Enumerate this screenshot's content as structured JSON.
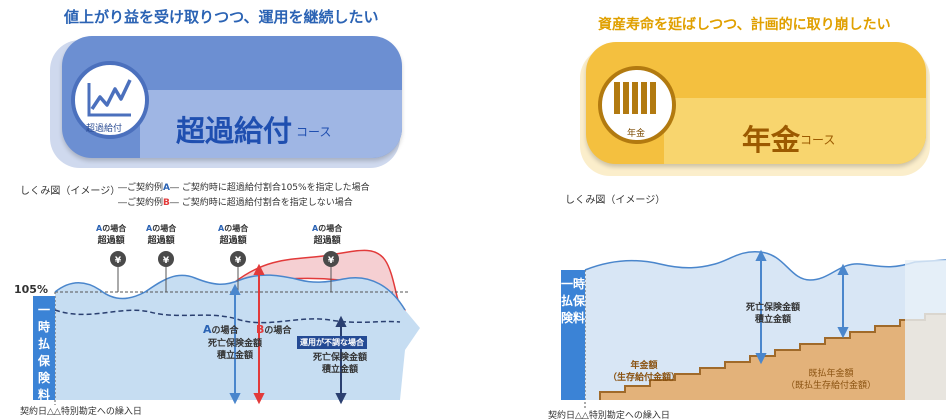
{
  "left": {
    "headline": "値上がり益を受け取りつつ、運用を継続したい",
    "badge_label": "超過給付",
    "course_name": "超過給付",
    "course_suffix": "コース",
    "caption": "しくみ図（イメージ）",
    "example_a_prefix": "―ご契約例",
    "example_a_letter": "A",
    "example_a_text": "― ご契約時に超過給付割合105%を指定した場合",
    "example_b_prefix": "―ご契約例",
    "example_b_letter": "B",
    "example_b_text": "― ご契約時に超過給付割合を指定しない場合",
    "pct_label": "105%",
    "excess_label_top": "の場合",
    "excess_label_letter": "A",
    "excess_label_bottom": "超過額",
    "side_label": "一時払保険料",
    "a_case_letter": "A",
    "a_case": "の場合",
    "b_case_letter": "B",
    "b_case": "の場合",
    "death_benefit": "死亡保険金額",
    "reserve": "積立金額",
    "poor_performance": "運用が不調な場合",
    "bottom_label": "契約日△△特別勘定への繰入日",
    "colors": {
      "accent": "#2b63b4",
      "red": "#e23a3a",
      "area": "#c6ddf2"
    }
  },
  "right": {
    "headline": "資産寿命を延ばしつつ、計画的に取り崩したい",
    "badge_label": "年金",
    "course_name": "年金",
    "course_suffix": "コース",
    "caption": "しくみ図（イメージ）",
    "side_label": "一時払保険料",
    "death_benefit": "死亡保険金額",
    "reserve": "積立金額",
    "annuity_amount": "年金額",
    "annuity_paren": "（生存給付金額）",
    "paid_annuity": "既払年金額",
    "paid_paren": "（既払生存給付金額）",
    "bottom_label": "契約日△△特別勘定への繰入日",
    "colors": {
      "accent": "#f4c03f",
      "brown": "#a06a2a",
      "area": "#d8e6f5"
    }
  }
}
